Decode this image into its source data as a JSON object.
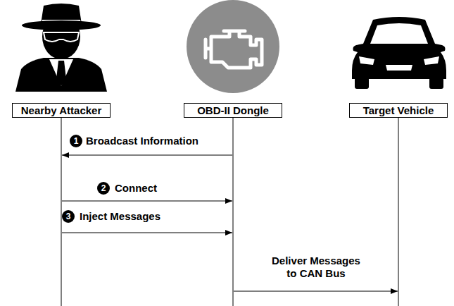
{
  "diagram": {
    "nodes": [
      {
        "text": [
          "Nearby Attacker"
        ]
      },
      {
        "text": [
          "OBD-II Dongle"
        ]
      },
      {
        "text": [
          "Target Vehicle"
        ]
      }
    ],
    "edges": [
      {
        "from": 1,
        "to": 0,
        "arrow": "to",
        "label": "Broadcast Information"
      },
      {
        "from": 0,
        "to": 1,
        "arrow": "to",
        "label": "Connect"
      },
      {
        "from": 0,
        "to": 1,
        "arrow": "to",
        "label": "Inject Messages"
      },
      {
        "from": 1,
        "to": 2,
        "arrow": "to",
        "label": "Deliver Messages to CAN Bus"
      }
    ],
    "labels": [
      "1",
      "2",
      "3"
    ]
  }
}
